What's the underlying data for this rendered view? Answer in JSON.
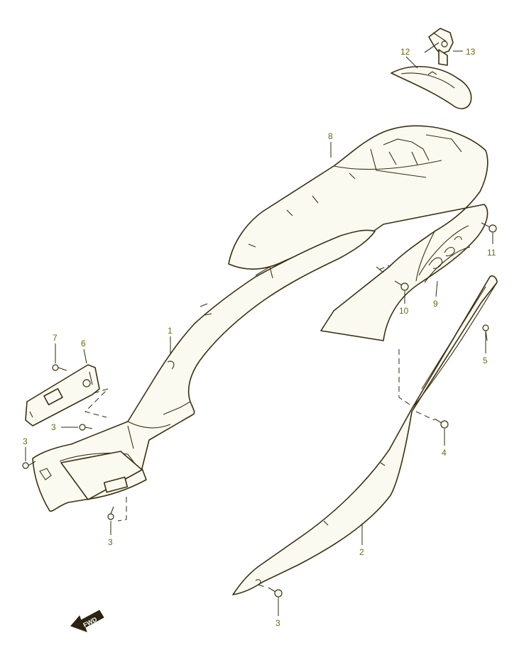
{
  "diagram": {
    "callouts": [
      {
        "id": "c1",
        "label": "1"
      },
      {
        "id": "c2",
        "label": "2"
      },
      {
        "id": "c3a",
        "label": "3"
      },
      {
        "id": "c3b",
        "label": "3"
      },
      {
        "id": "c3c",
        "label": "3"
      },
      {
        "id": "c3d",
        "label": "3"
      },
      {
        "id": "c4",
        "label": "4"
      },
      {
        "id": "c5",
        "label": "5"
      },
      {
        "id": "c6",
        "label": "6"
      },
      {
        "id": "c7",
        "label": "7"
      },
      {
        "id": "c8",
        "label": "8"
      },
      {
        "id": "c9",
        "label": "9"
      },
      {
        "id": "c10",
        "label": "10"
      },
      {
        "id": "c11",
        "label": "11"
      },
      {
        "id": "c12",
        "label": "12"
      },
      {
        "id": "c13",
        "label": "13"
      }
    ],
    "forward_arrow": {
      "label": "FWD",
      "icon": "forward-arrow-icon"
    },
    "colors": {
      "line": "#3a2f10",
      "label": "#6b6a10",
      "fill": "#fbfaf1"
    }
  }
}
